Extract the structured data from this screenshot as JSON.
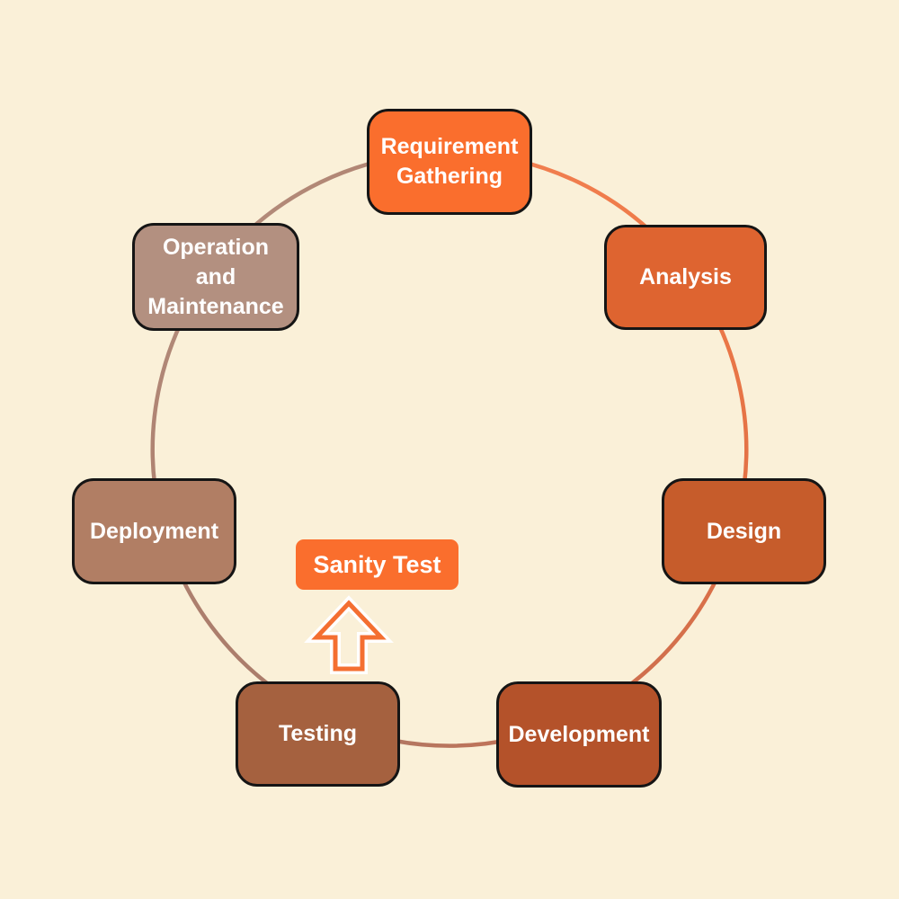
{
  "theme": {
    "background": "#FAF0D8",
    "node_text_color": "#FFFFFF",
    "node_border_color": "#151515"
  },
  "cycle": {
    "nodes": [
      {
        "id": "requirement-gathering",
        "label": "Requirement\nGathering",
        "color": "#FA6E2D"
      },
      {
        "id": "analysis",
        "label": "Analysis",
        "color": "#DE6430"
      },
      {
        "id": "design",
        "label": "Design",
        "color": "#C65C2B"
      },
      {
        "id": "development",
        "label": "Development",
        "color": "#B4522A"
      },
      {
        "id": "testing",
        "label": "Testing",
        "color": "#A5613F"
      },
      {
        "id": "deployment",
        "label": "Deployment",
        "color": "#B17E64"
      },
      {
        "id": "operation-maintenance",
        "label": "Operation\nand\nMaintenance",
        "color": "#B39080"
      }
    ],
    "ring_segments": [
      {
        "from": "#F28052",
        "to": "#EE7A48"
      },
      {
        "from": "#EE7A48",
        "to": "#E17045"
      },
      {
        "from": "#E17045",
        "to": "#C96F51"
      },
      {
        "from": "#C96F51",
        "to": "#AA7B69"
      },
      {
        "from": "#AA7B69",
        "to": "#AE8170"
      },
      {
        "from": "#AE8170",
        "to": "#B28B7A"
      },
      {
        "from": "#B28B7A",
        "to": "#B18472"
      }
    ]
  },
  "callout": {
    "label": "Sanity Test",
    "color": "#FA6E2D",
    "text_color": "#FFFFFF",
    "arrow_color": "#F46F31",
    "arrow_casing_color": "#FFFFFF"
  }
}
